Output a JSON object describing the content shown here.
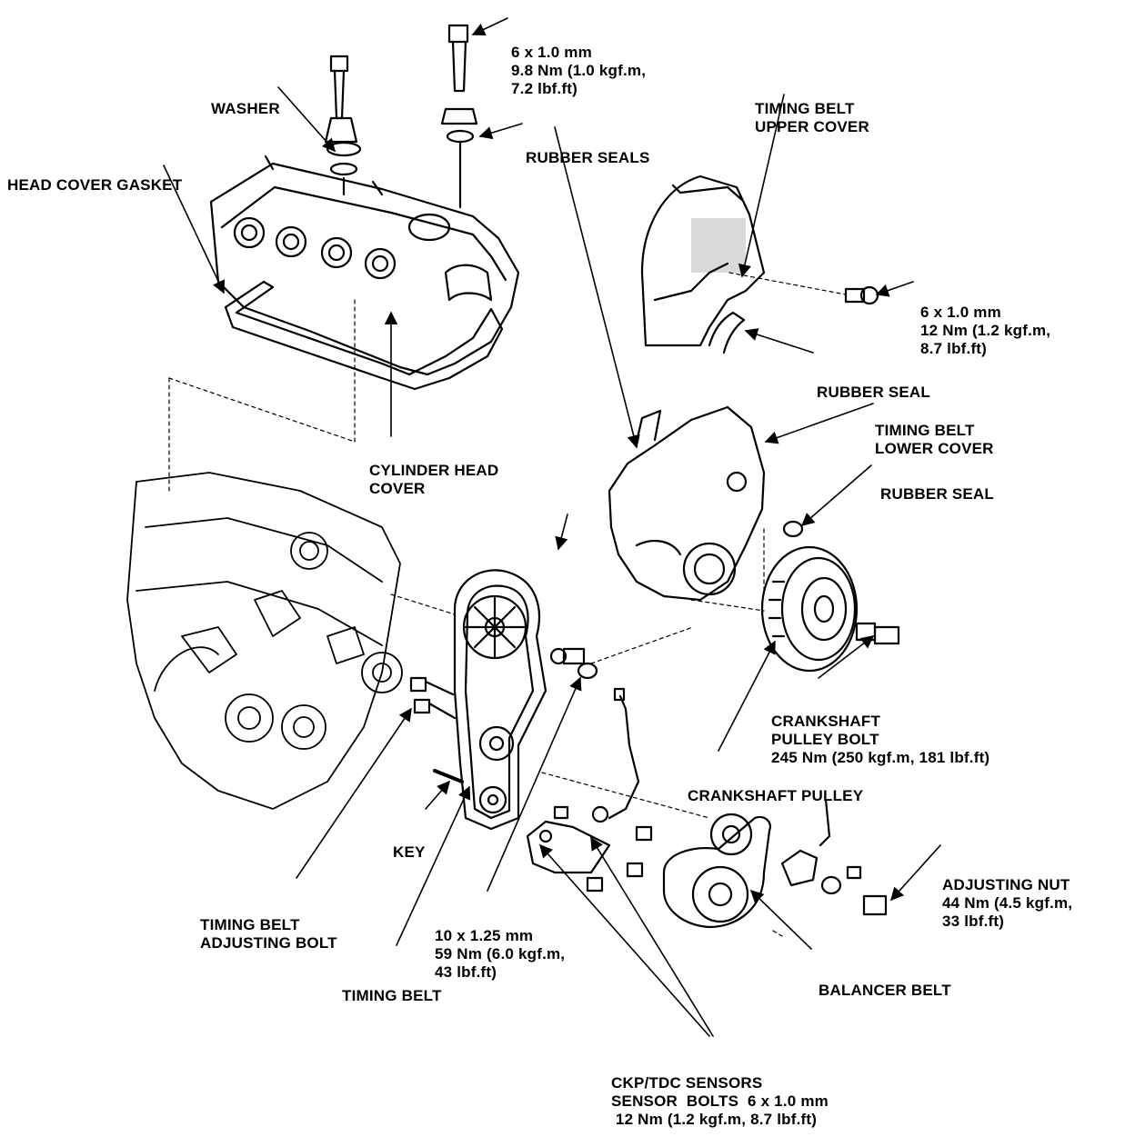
{
  "colors": {
    "ink": "#000000",
    "paper": "#ffffff"
  },
  "labels": {
    "top_bolt": [
      "6 x 1.0 mm",
      "9.8 Nm (1.0 kgf.m,",
      "7.2 lbf.ft)"
    ],
    "washer": [
      "WASHER"
    ],
    "rubber_seals": [
      "RUBBER SEALS"
    ],
    "head_cover_gasket": [
      "HEAD COVER GASKET"
    ],
    "upper_cover": [
      "TIMING BELT",
      "UPPER COVER"
    ],
    "upper_cover_bolt": [
      "6 x 1.0 mm",
      "12 Nm (1.2 kgf.m,",
      "8.7 lbf.ft)"
    ],
    "rubber_seal_upper": [
      "RUBBER SEAL"
    ],
    "lower_cover": [
      "TIMING BELT",
      "LOWER COVER"
    ],
    "cylinder_head_cover": [
      "CYLINDER HEAD",
      "COVER"
    ],
    "rubber_seal_lower": [
      "RUBBER SEAL"
    ],
    "crank_pulley_bolt": [
      "CRANKSHAFT",
      "PULLEY BOLT",
      "245 Nm (250 kgf.m, 181 lbf.ft)"
    ],
    "crank_pulley": [
      "CRANKSHAFT PULLEY"
    ],
    "key": [
      "KEY"
    ],
    "adjusting_nut": [
      "ADJUSTING NUT",
      "44 Nm (4.5 kgf.m,",
      "33 lbf.ft)"
    ],
    "belt_adjusting_bolt": [
      "TIMING BELT",
      "ADJUSTING BOLT"
    ],
    "tensioner_bolt": [
      "10 x 1.25 mm",
      "59 Nm (6.0 kgf.m,",
      "43 lbf.ft)"
    ],
    "balancer_belt": [
      "BALANCER BELT"
    ],
    "timing_belt": [
      "TIMING BELT"
    ],
    "ckp_tdc": [
      "CKP/TDC SENSORS",
      "SENSOR  BOLTS  6 x 1.0 mm",
      " 12 Nm (1.2 kgf.m, 8.7 lbf.ft)"
    ]
  }
}
